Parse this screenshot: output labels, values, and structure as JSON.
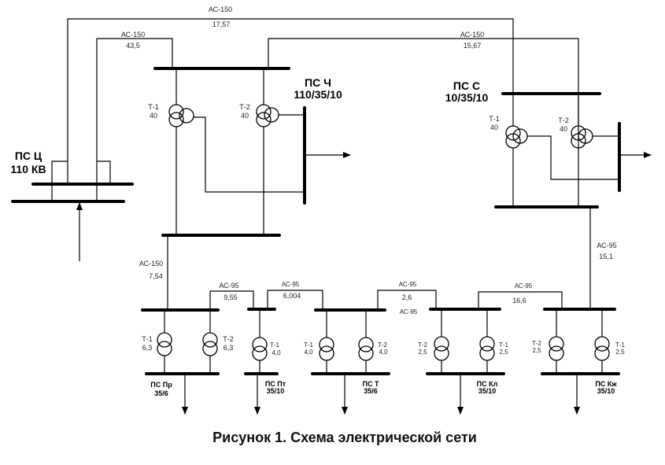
{
  "figure": {
    "caption": "Рисунок 1.  Схема электрической сети"
  },
  "substations": {
    "ps_c_main": {
      "name": "ПС Ц",
      "voltage": "110 КВ"
    },
    "ps_ch": {
      "name": "ПС Ч",
      "voltage": "110/35/10",
      "transformers": [
        {
          "id": "Т-1",
          "rating": "40"
        },
        {
          "id": "Т-2",
          "rating": "40"
        }
      ]
    },
    "ps_s": {
      "name": "ПС С",
      "voltage": "10/35/10",
      "transformers": [
        {
          "id": "Т-1",
          "rating": "40"
        },
        {
          "id": "Т-2",
          "rating": "40"
        }
      ]
    },
    "ps_pr": {
      "name": "ПС Пр",
      "voltage": "35/6",
      "transformers": [
        {
          "id": "Т-1",
          "rating": "6,3"
        },
        {
          "id": "Т-2",
          "rating": "6,3"
        }
      ]
    },
    "ps_pt": {
      "name": "ПС Пт",
      "voltage": "35/10",
      "transformers": [
        {
          "id": "Т-1",
          "rating": "4,0"
        }
      ]
    },
    "ps_t": {
      "name": "ПС Т",
      "voltage": "35/6",
      "transformers": [
        {
          "id": "Т-1",
          "rating": "4,0"
        },
        {
          "id": "Т-2",
          "rating": "4,0"
        }
      ]
    },
    "ps_kl": {
      "name": "ПС Кл",
      "voltage": "35/10",
      "transformers": [
        {
          "id": "Т-2",
          "rating": "2,5"
        },
        {
          "id": "Т-1",
          "rating": "2,5"
        }
      ]
    },
    "ps_kzh": {
      "name": "ПС Кж",
      "voltage": "35/10",
      "transformers": [
        {
          "id": "Т-2",
          "rating": "2,5"
        },
        {
          "id": "Т-1",
          "rating": "2,5"
        }
      ]
    }
  },
  "lines": {
    "c_to_s": {
      "wire": "АС-150",
      "length": "17,57"
    },
    "c_to_ch": {
      "wire": "АС-150",
      "length": "43,5"
    },
    "ch_to_s": {
      "wire": "АС-150",
      "length": "15,67"
    },
    "ch_to_pr": {
      "wire": "АС-150",
      "length": "7,54"
    },
    "pr_to_pt": {
      "wire": "АС-95",
      "length": "9,55"
    },
    "pt_to_t": {
      "wire": "АС-95",
      "length": "6,004"
    },
    "t_to_kl": {
      "wire": "АС-95",
      "length": "2,6",
      "wire2": "АС-95"
    },
    "kl_to_kzh": {
      "wire": "АС-95",
      "length": "16,6"
    },
    "s_to_kzh": {
      "wire": "АС-95",
      "length": "15,1"
    }
  }
}
